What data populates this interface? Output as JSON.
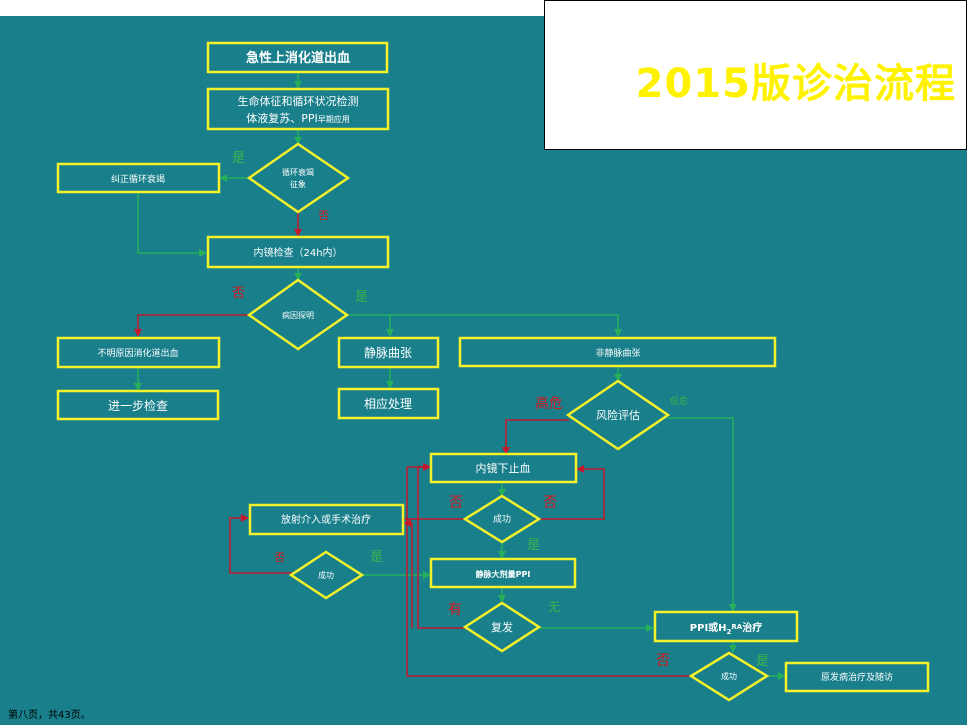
{
  "title": "2015版诊治流程",
  "footer": "第八页，共43页。",
  "nodes": {
    "acute_bleeding": "急性上消化道出血",
    "vitals_line1": "生命体征和循环状况检测",
    "vitals_line2_main": "体液复苏、PPI",
    "vitals_line2_small": "早期应用",
    "circ_failure_line1": "循环衰竭",
    "circ_failure_line2": "征象",
    "correct_circ": "纠正循环衰竭",
    "endoscopy": "内镜检查（24h内）",
    "cause_clear": "病因探明",
    "unknown_bleeding": "不明原因消化道出血",
    "further_check": "进一步检查",
    "varices": "静脉曲张",
    "corresponding": "相应处理",
    "non_varices": "非静脉曲张",
    "risk_eval": "风险评估",
    "endo_hemostasis": "内镜下止血",
    "success": "成功",
    "radiology": "放射介入或手术治疗",
    "high_dose_ppi": "静脉大剂量PPI",
    "relapse": "复发",
    "ppi_h2ra_prefix": "PPI或H",
    "ppi_h2ra_sub1": "2",
    "ppi_h2ra_mid": "RA",
    "ppi_h2ra_suffix": "治疗",
    "primary_followup": "原发病治疗及随访"
  },
  "edge_labels": {
    "yes": "是",
    "no": "否",
    "high_risk": "高危",
    "low_risk": "低危",
    "has": "有",
    "none": "无"
  },
  "colors": {
    "background": "#187f8b",
    "box_border": "#f5f12b",
    "title": "#fff200",
    "red_line": "#c4182b",
    "green_line": "#26b05c"
  }
}
